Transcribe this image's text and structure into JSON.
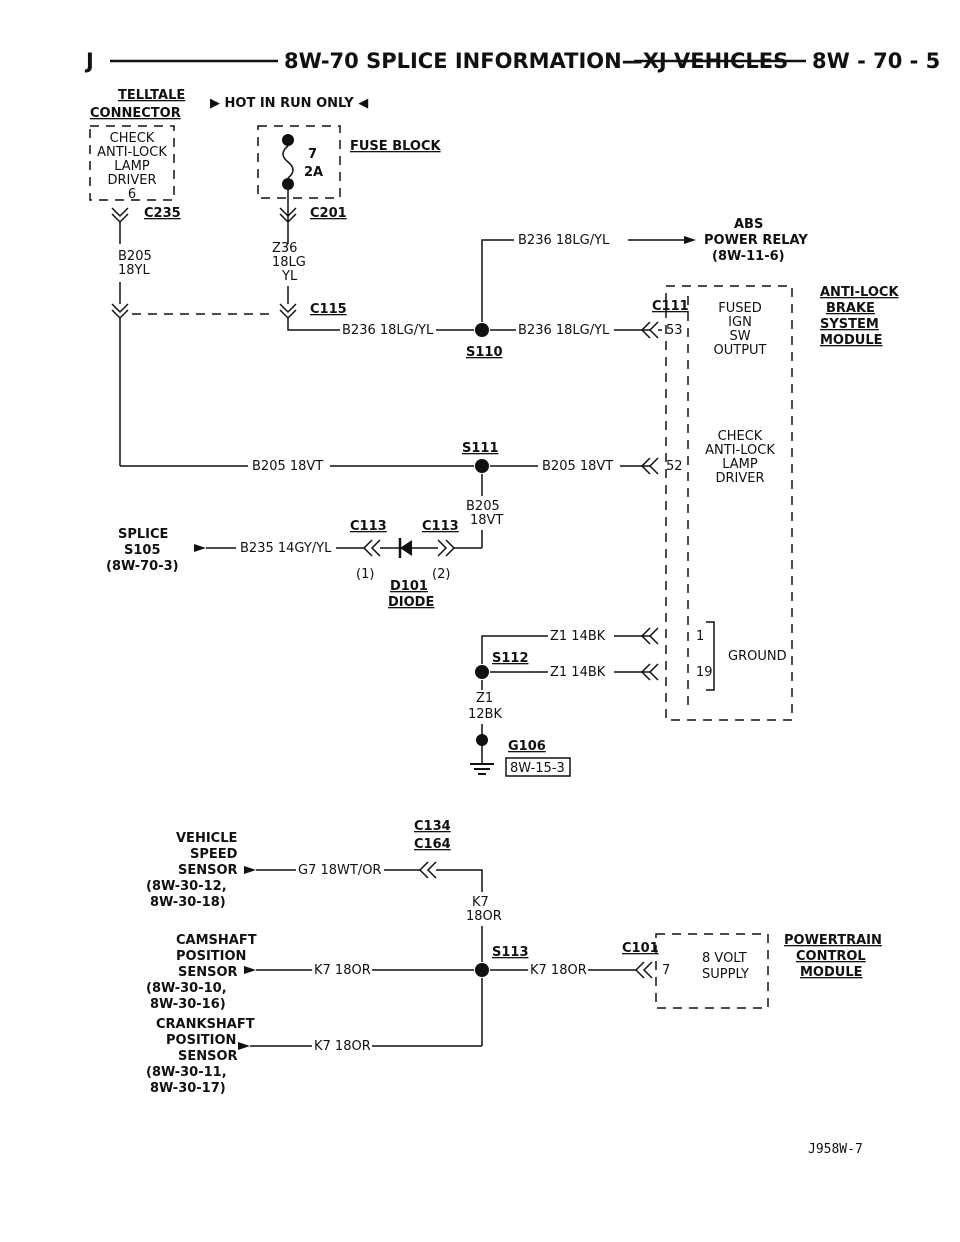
{
  "header": {
    "left": "J",
    "title": "8W-70 SPLICE INFORMATION—XJ VEHICLES",
    "page": "8W - 70 - 5"
  },
  "labels": {
    "telltale_1": "TELLTALE",
    "telltale_2": "CONNECTOR",
    "hot": "▶ HOT IN RUN ONLY ◀",
    "check_1": "CHECK",
    "check_2": "ANTI-LOCK",
    "check_3": "LAMP",
    "check_4": "DRIVER",
    "check_pin": "6",
    "fuse_num": "7",
    "fuse_amp": "2A",
    "fuse_block": "FUSE BLOCK",
    "c235": "C235",
    "c201": "C201",
    "b205_a": "B205",
    "b205_a2": "18YL",
    "z36_1": "Z36",
    "z36_2": "18LG",
    "z36_3": "YL",
    "c115": "C115",
    "b236_top": "B236 18LG/YL",
    "abs_1": "ABS",
    "abs_2": "POWER RELAY",
    "abs_3": "(8W-11-6)",
    "anti_1": "ANTI-LOCK",
    "anti_2": "BRAKE",
    "anti_3": "SYSTEM",
    "anti_4": "MODULE",
    "c111": "C111",
    "fused_1": "FUSED",
    "fused_2": "IGN",
    "fused_3": "SW",
    "fused_4": "OUTPUT",
    "pin53": "53",
    "b236_left": "B236 18LG/YL",
    "b236_right": "B236 18LG/YL",
    "s110": "S110",
    "s111": "S111",
    "b205_left": "B205 18VT",
    "b205_right": "B205 18VT",
    "cal_1": "CHECK",
    "cal_2": "ANTI-LOCK",
    "cal_3": "LAMP",
    "cal_4": "DRIVER",
    "pin52": "52",
    "b205_v1": "B205",
    "b205_v2": "18VT",
    "c113a": "C113",
    "c113b": "C113",
    "splice_1": "SPLICE",
    "splice_2": "S105",
    "splice_3": "(8W-70-3)",
    "b235": "B235 14GY/YL",
    "d1": "(1)",
    "d101": "D101",
    "d2": "(2)",
    "diode": "DIODE",
    "z1_a": "Z1 14BK",
    "z1_b": "Z1 14BK",
    "pin1": "1",
    "pin19": "19",
    "ground": "GROUND",
    "s112": "S112",
    "z1_v1": "Z1",
    "z1_v2": "12BK",
    "g106": "G106",
    "ref_8w153": "8W-15-3",
    "c134": "C134",
    "c164": "C164",
    "vss_1": "VEHICLE",
    "vss_2": "SPEED",
    "vss_3": "SENSOR",
    "vss_4": "(8W-30-12,",
    "vss_5": "8W-30-18)",
    "g7": "G7 18WT/OR",
    "k7_v1": "K7",
    "k7_v2": "18OR",
    "cam_1": "CAMSHAFT",
    "cam_2": "POSITION",
    "cam_3": "SENSOR",
    "cam_4": "(8W-30-10,",
    "cam_5": "8W-30-16)",
    "k7_cam": "K7 18OR",
    "s113": "S113",
    "k7_pcm": "K7 18OR",
    "c101": "C101",
    "pin7": "7",
    "volt_1": "8 VOLT",
    "volt_2": "SUPPLY",
    "pcm_1": "POWERTRAIN",
    "pcm_2": "CONTROL",
    "pcm_3": "MODULE",
    "crank_1": "CRANKSHAFT",
    "crank_2": "POSITION",
    "crank_3": "SENSOR",
    "crank_4": "(8W-30-11,",
    "crank_5": "8W-30-17)",
    "k7_crank": "K7 18OR"
  },
  "footer": "J958W-7"
}
